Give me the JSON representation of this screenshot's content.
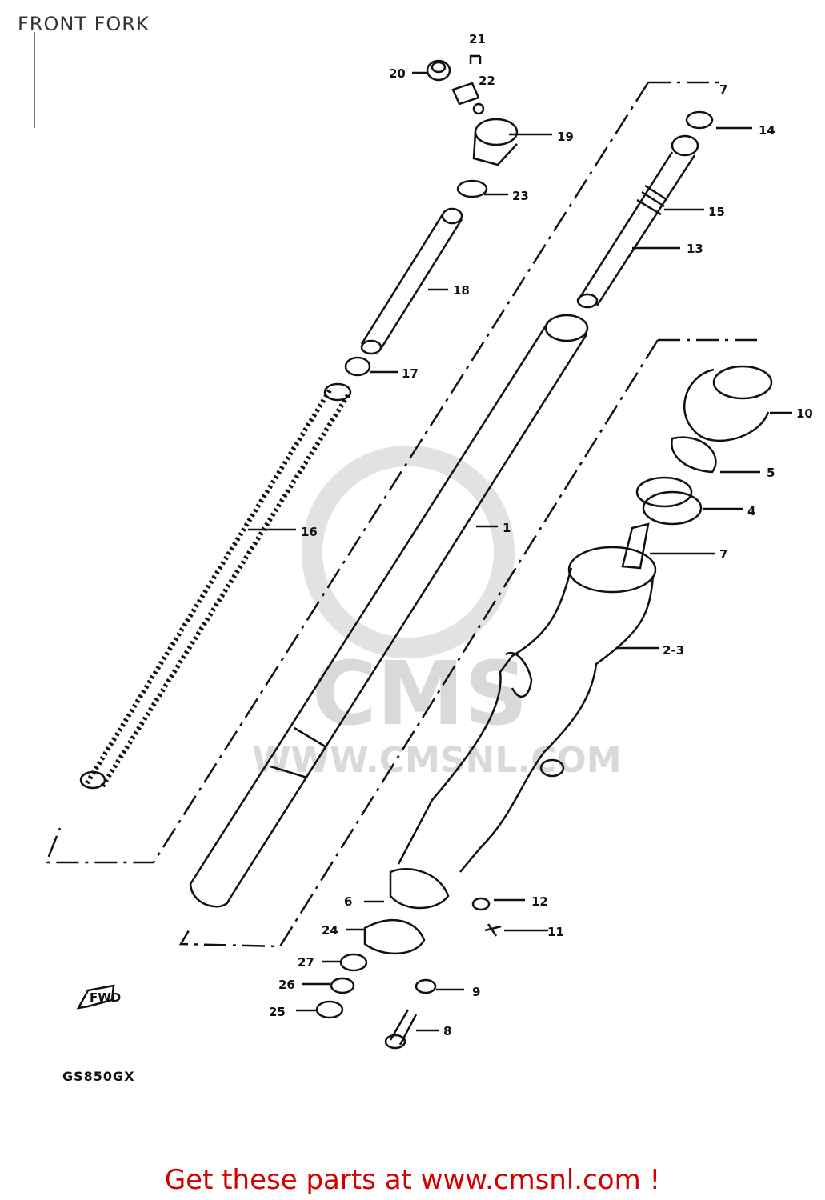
{
  "title": "FRONT FORK",
  "model_code": "GS850GX",
  "footer_text": "Get these parts at www.cmsnl.com !",
  "watermark": {
    "brand": "CMS",
    "url": "WWW.CMSNL.COM"
  },
  "arrow_text": "FWD",
  "parts": [
    {
      "ref": "1"
    },
    {
      "ref": "2-3"
    },
    {
      "ref": "4"
    },
    {
      "ref": "5"
    },
    {
      "ref": "6"
    },
    {
      "ref": "7"
    },
    {
      "ref": "7"
    },
    {
      "ref": "8"
    },
    {
      "ref": "9"
    },
    {
      "ref": "10"
    },
    {
      "ref": "11"
    },
    {
      "ref": "12"
    },
    {
      "ref": "13"
    },
    {
      "ref": "14"
    },
    {
      "ref": "15"
    },
    {
      "ref": "16"
    },
    {
      "ref": "17"
    },
    {
      "ref": "18"
    },
    {
      "ref": "19"
    },
    {
      "ref": "20"
    },
    {
      "ref": "21"
    },
    {
      "ref": "22"
    },
    {
      "ref": "23"
    },
    {
      "ref": "24"
    },
    {
      "ref": "25"
    },
    {
      "ref": "26"
    },
    {
      "ref": "27"
    }
  ],
  "colors": {
    "footer": "#d40000",
    "line": "#111111",
    "watermark": "#d9d9d9"
  }
}
